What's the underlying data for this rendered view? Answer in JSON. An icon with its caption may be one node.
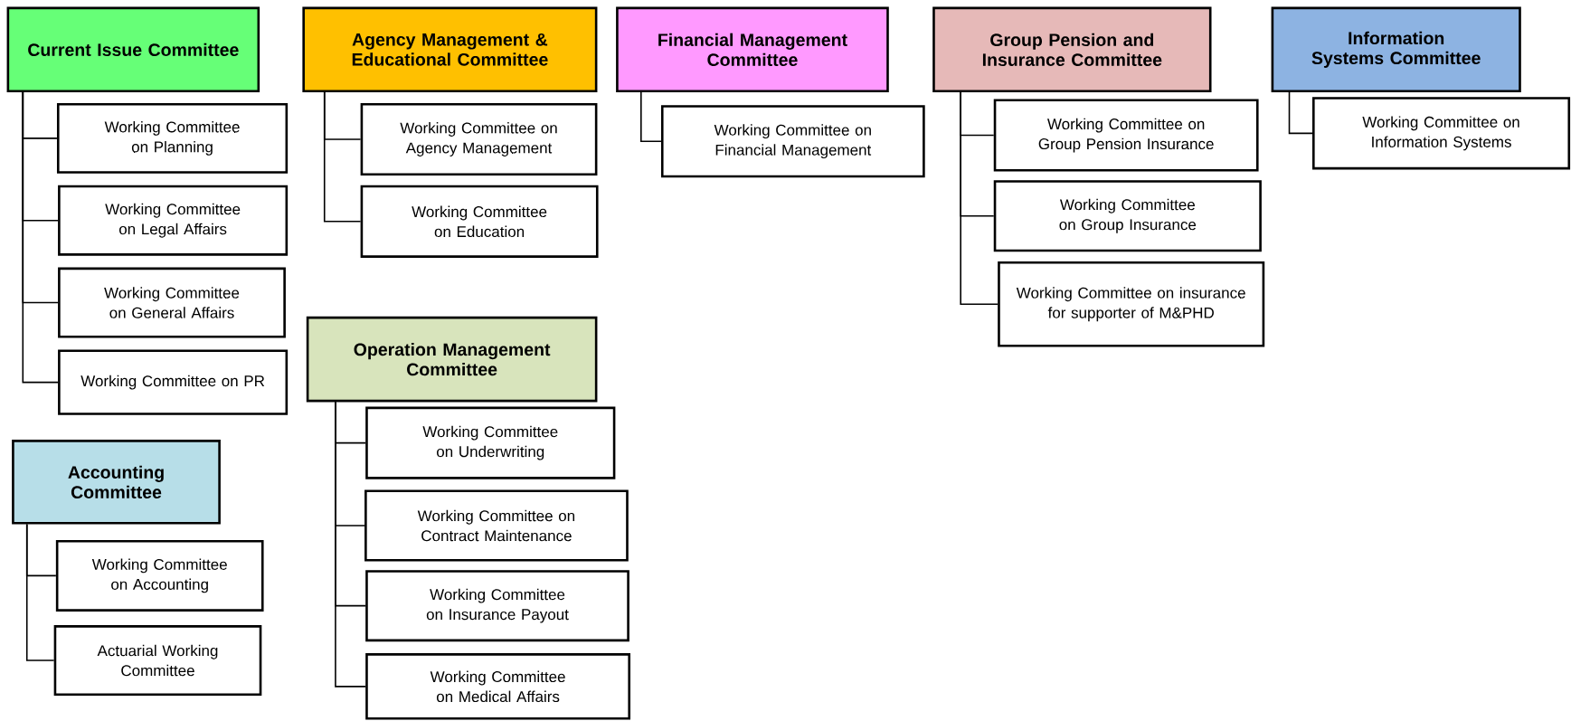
{
  "diagram": {
    "nodes": [
      {
        "text": [
          "Current Issue Committee"
        ]
      },
      {
        "text": [
          "Working Committee on Planning"
        ]
      },
      {
        "text": [
          "Working Committee on Legal Affairs"
        ]
      },
      {
        "text": [
          "Working Committee on General Affairs"
        ]
      },
      {
        "text": [
          "Working Committee on PR"
        ]
      },
      {
        "text": [
          "Accounting Committee"
        ]
      },
      {
        "text": [
          "Working Committee on Accounting"
        ]
      },
      {
        "text": [
          "Actuarial Working Committee"
        ]
      },
      {
        "text": [
          "Agency Management & Educational Committee"
        ]
      },
      {
        "text": [
          "Working Committee on Agency Management"
        ]
      },
      {
        "text": [
          "Working Committee on Education"
        ]
      },
      {
        "text": [
          "Operation Management Committee"
        ]
      },
      {
        "text": [
          "Working Committee on Underwriting"
        ]
      },
      {
        "text": [
          "Working Committee on Contract Maintenance"
        ]
      },
      {
        "text": [
          "Working Committee on Insurance Payout"
        ]
      },
      {
        "text": [
          "Working Committee on Medical Affairs"
        ]
      },
      {
        "text": [
          "Financial Management Committee"
        ]
      },
      {
        "text": [
          "Working Committee on Financial Management"
        ]
      },
      {
        "text": [
          "Group Pension and Insurance Committee"
        ]
      },
      {
        "text": [
          "Working Committee on Group Pension Insurance"
        ]
      },
      {
        "text": [
          "Working Committee on Group Insurance"
        ]
      },
      {
        "text": [
          "Working Committee on insurance for supporter of M&PHD"
        ]
      },
      {
        "text": [
          "Information Systems Committee"
        ]
      },
      {
        "text": [
          "Working Committee on Information Systems"
        ]
      }
    ],
    "edges": [
      {
        "from": 0,
        "to": 1,
        "arrow": "none"
      },
      {
        "from": 0,
        "to": 2,
        "arrow": "none"
      },
      {
        "from": 0,
        "to": 3,
        "arrow": "none"
      },
      {
        "from": 0,
        "to": 4,
        "arrow": "none"
      },
      {
        "from": 5,
        "to": 6,
        "arrow": "none"
      },
      {
        "from": 5,
        "to": 7,
        "arrow": "none"
      },
      {
        "from": 8,
        "to": 9,
        "arrow": "none"
      },
      {
        "from": 8,
        "to": 10,
        "arrow": "none"
      },
      {
        "from": 11,
        "to": 12,
        "arrow": "none"
      },
      {
        "from": 11,
        "to": 13,
        "arrow": "none"
      },
      {
        "from": 11,
        "to": 14,
        "arrow": "none"
      },
      {
        "from": 11,
        "to": 15,
        "arrow": "none"
      },
      {
        "from": 16,
        "to": 17,
        "arrow": "none"
      },
      {
        "from": 18,
        "to": 19,
        "arrow": "none"
      },
      {
        "from": 18,
        "to": 20,
        "arrow": "none"
      },
      {
        "from": 18,
        "to": 21,
        "arrow": "none"
      },
      {
        "from": 22,
        "to": 23,
        "arrow": "none"
      }
    ]
  }
}
